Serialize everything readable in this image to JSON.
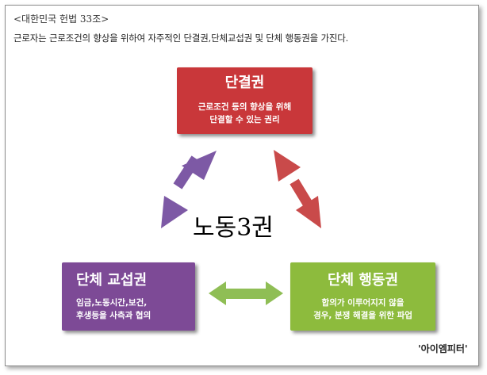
{
  "source": "<대한민국 헌법 33조>",
  "intro": "근로자는 근로조건의 향상을 위하여 자주적인 단결권,단체교섭권 및 단체 행동권을 가진다.",
  "boxes": {
    "association": {
      "title": "단결권",
      "desc1": "근로조건 등의 향상을 위해",
      "desc2": "단결할 수 있는 권리",
      "color": "#c9373a"
    },
    "bargaining": {
      "title": "단체 교섭권",
      "desc1": "임금,노동시간,보건,",
      "desc2": "후생등을 사측과 협의",
      "color": "#7d4a96"
    },
    "action": {
      "title": "단체 행동권",
      "desc1": "합의가 이루어지지 않을",
      "desc2": "경우, 분쟁 해결을 위한 파업",
      "color": "#8dbb3d"
    }
  },
  "center_label": "노동3권",
  "credit": "'아이엠피터'",
  "arrow_colors": {
    "purple": "#7d59a5",
    "red": "#c94a4a",
    "green": "#8fbe55"
  }
}
